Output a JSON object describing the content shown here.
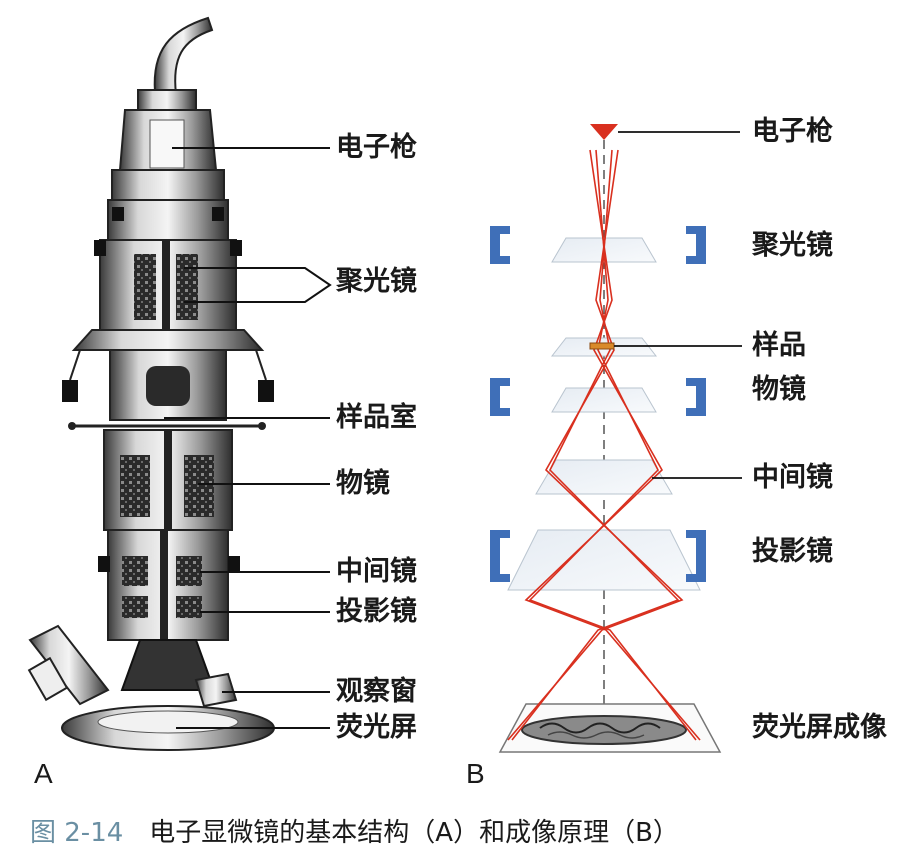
{
  "panelA": {
    "letter": "A",
    "labels": {
      "electron_gun": "电子枪",
      "condenser": "聚光镜",
      "sample_chamber": "样品室",
      "objective": "物镜",
      "intermediate": "中间镜",
      "projector": "投影镜",
      "viewing_window": "观察窗",
      "screen": "荧光屏"
    }
  },
  "panelB": {
    "letter": "B",
    "labels": {
      "electron_gun": "电子枪",
      "condenser": "聚光镜",
      "sample": "样品",
      "objective": "物镜",
      "intermediate": "中间镜",
      "projector": "投影镜",
      "screen_image": "荧光屏成像"
    }
  },
  "caption": {
    "figure_number": "图 2-14",
    "text": "电子显微镜的基本结构（A）和成像原理（B）"
  },
  "colors": {
    "beam": "#d9301f",
    "lens": "#3f6fb8",
    "figure_number": "#6a8fa3",
    "text": "#1a1a1a"
  }
}
